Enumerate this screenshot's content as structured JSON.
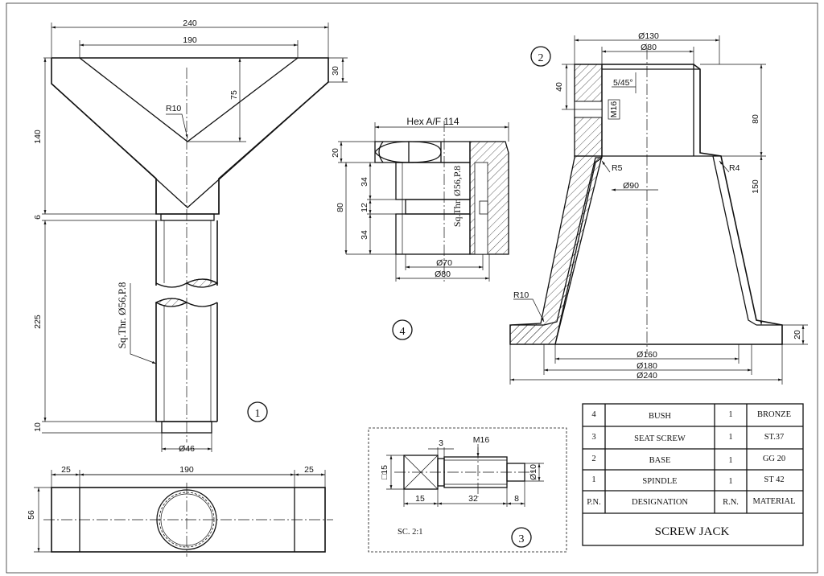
{
  "views": {
    "spindle": {
      "label": "1",
      "dims": {
        "top_width": "240",
        "top_inner": "190",
        "flange": "30",
        "v_depth": "75",
        "fillet": "R10",
        "head_height": "140",
        "neck": "6",
        "thread_len": "225",
        "bottom": "10",
        "dia": "Ø46",
        "thread": "Sq.Thr. Ø56,P.8"
      }
    },
    "spindle_top": {
      "dims": {
        "left": "25",
        "mid": "190",
        "right": "25",
        "height": "56"
      }
    },
    "bush": {
      "label": "4",
      "dims": {
        "hex": "Hex A/F 114",
        "d20": "20",
        "d34a": "34",
        "d12": "12",
        "d34b": "34",
        "d80": "80",
        "dia70": "Ø70",
        "dia80": "Ø80",
        "thread": "Sq.Thr. Ø56,P.8"
      }
    },
    "base": {
      "label": "2",
      "dims": {
        "dia130": "Ø130",
        "dia80": "Ø80",
        "chamfer": "5/45°",
        "d40": "40",
        "m16": "M16",
        "d80": "80",
        "r5": "R5",
        "r4": "R4",
        "dia90": "Ø90",
        "d150": "150",
        "r10": "R10",
        "d20": "20",
        "dia160": "Ø160",
        "dia180": "Ø180",
        "dia240": "Ø240"
      }
    },
    "seat_screw": {
      "label": "3",
      "scale": "SC. 2:1",
      "dims": {
        "d3": "3",
        "m16": "M16",
        "sq15": "□15",
        "dia10": "Ø10",
        "d15": "15",
        "d32": "32",
        "d8": "8"
      }
    }
  },
  "parts_list": {
    "rows": [
      {
        "pn": "4",
        "designation": "BUSH",
        "rn": "1",
        "material": "BRONZE"
      },
      {
        "pn": "3",
        "designation": "SEAT SCREW",
        "rn": "1",
        "material": "ST.37"
      },
      {
        "pn": "2",
        "designation": "BASE",
        "rn": "1",
        "material": "GG 20"
      },
      {
        "pn": "1",
        "designation": "SPINDLE",
        "rn": "1",
        "material": "ST 42"
      }
    ],
    "header": {
      "pn": "P.N.",
      "designation": "DESIGNATION",
      "rn": "R.N.",
      "material": "MATERIAL"
    },
    "title": "SCREW JACK"
  }
}
